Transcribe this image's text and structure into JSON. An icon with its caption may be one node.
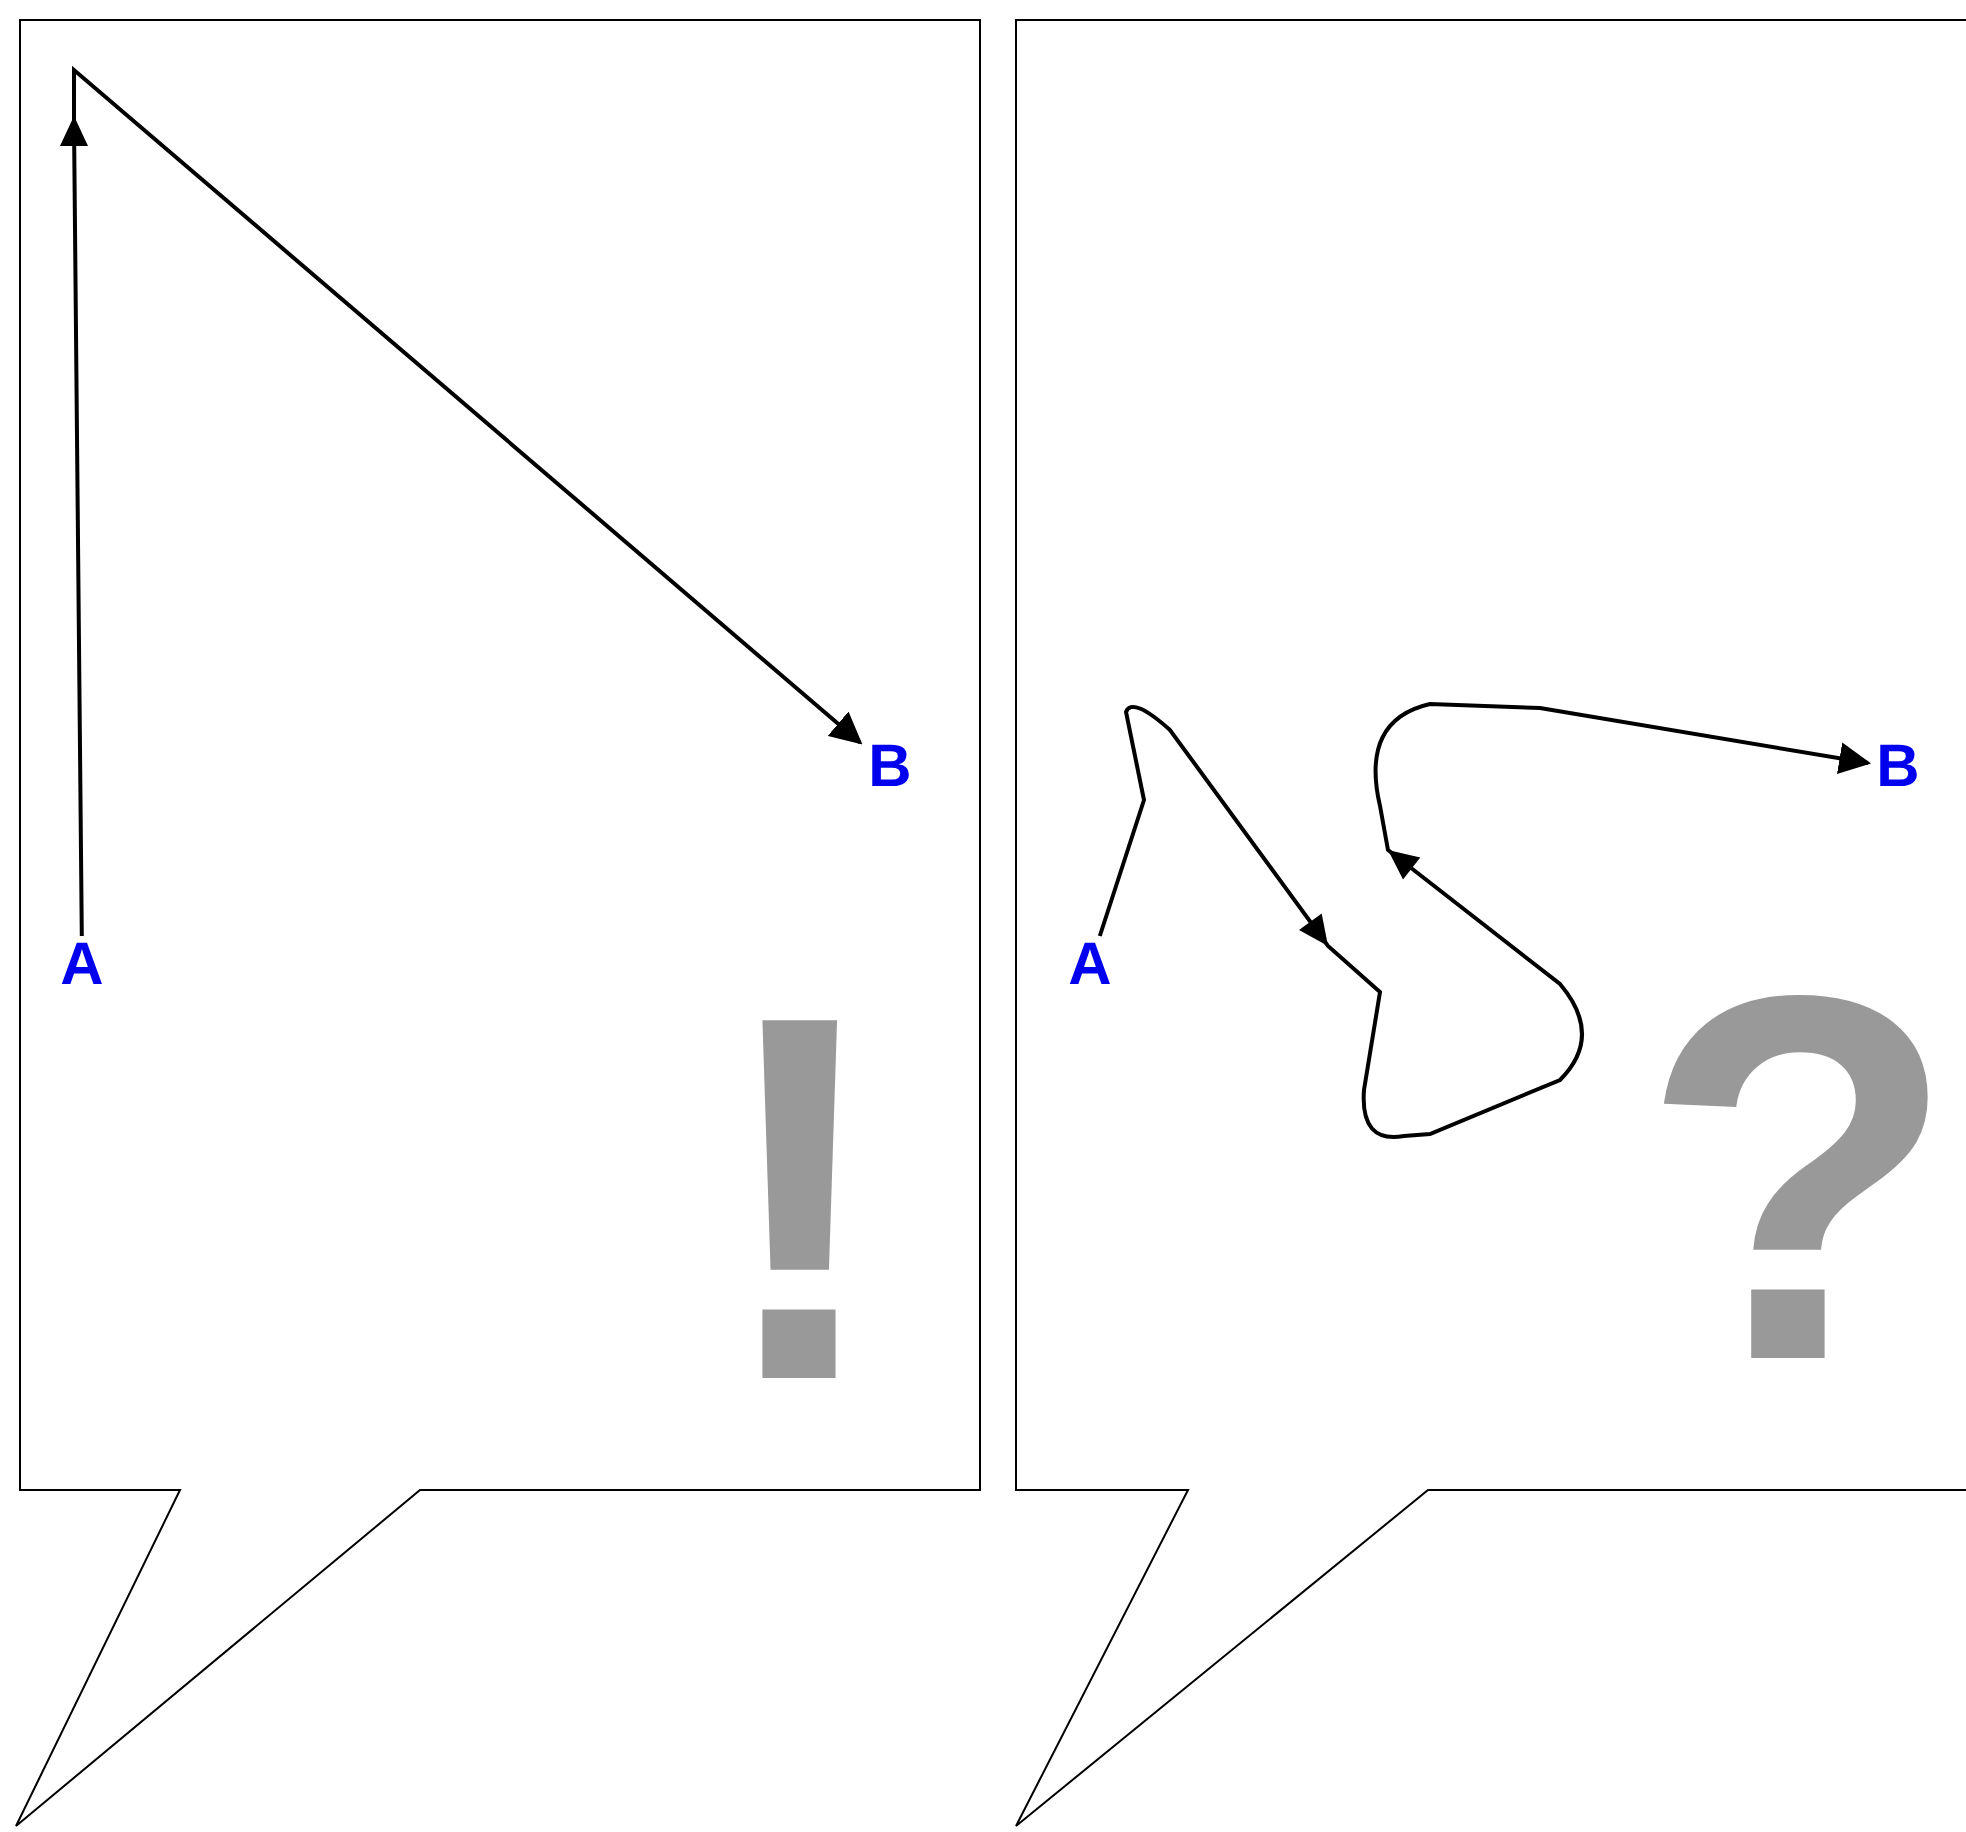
{
  "diagram": {
    "nodes": [
      {
        "text": [
          "!"
        ]
      },
      {
        "text": [
          "A"
        ],
        "in": 0
      },
      {
        "text": [
          "B"
        ],
        "in": 0
      },
      {
        "text": [
          "?"
        ]
      },
      {
        "text": [
          "A"
        ],
        "in": 3
      },
      {
        "text": [
          "B"
        ],
        "in": 3
      }
    ],
    "edges": [
      {
        "from": 1,
        "to": 2,
        "arrow": "to"
      },
      {
        "from": 4,
        "to": 5,
        "arrow": "to"
      }
    ]
  }
}
